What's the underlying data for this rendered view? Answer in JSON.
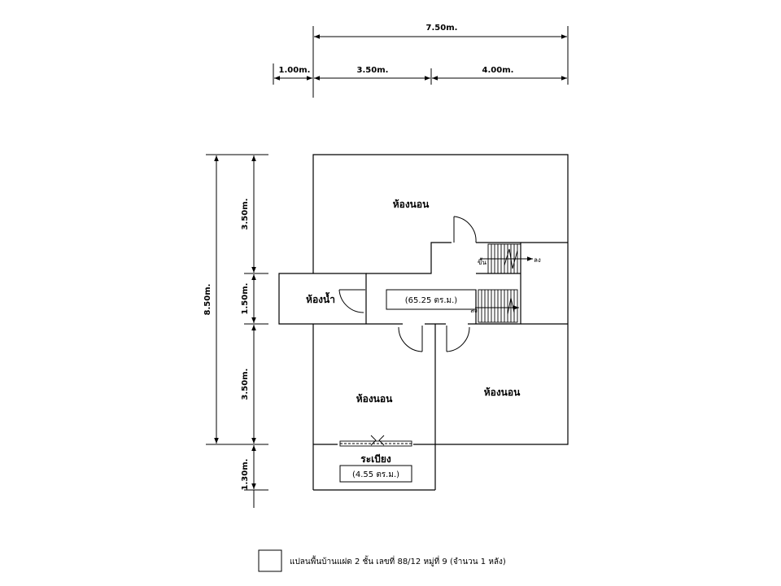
{
  "dimensions": {
    "top_total": "7.50m.",
    "top_overhang": "1.00m.",
    "top_left": "3.50m.",
    "top_right": "4.00m.",
    "left_total": "8.50m.",
    "left_top": "3.50m.",
    "left_middle": "1.50m.",
    "left_bottom": "3.50m.",
    "left_balcony": "1.30m."
  },
  "rooms": {
    "bedroom_top": "ห้องนอน",
    "bathroom": "ห้องน้ำ",
    "bedroom_left": "ห้องนอน",
    "bedroom_right": "ห้องนอน",
    "balcony": "ระเบียง"
  },
  "areas": {
    "main": "(65.25 ตร.ม.)",
    "balcony": "(4.55 ตร.ม.)"
  },
  "stairs": {
    "up": "ขึ้น",
    "down_upper": "ลง",
    "down_lower": "ลง"
  },
  "legend": {
    "caption": "แปลนพื้นบ้านแฝด 2 ชั้น  เลขที่  88/12  หมู่ที่ 9 (จำนวน 1 หลัง)"
  }
}
